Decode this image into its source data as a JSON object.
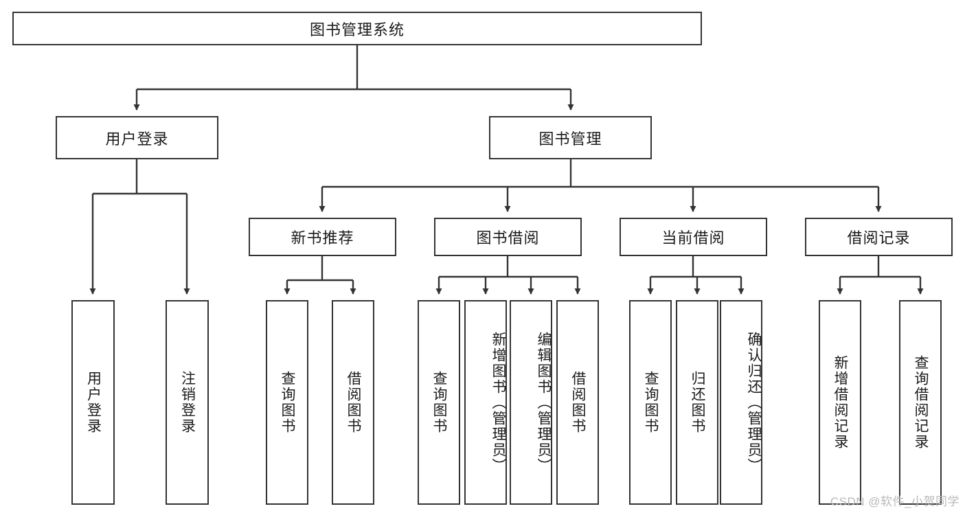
{
  "diagram": {
    "type": "tree-hierarchy-chart",
    "title": "图书管理系统",
    "watermark": "CSDN @软件_小贺同学",
    "colors": {
      "box_border": "#333333",
      "box_fill": "#ffffff",
      "connector": "#333333",
      "text": "#1a1a1a",
      "watermark": "#b9b9b9",
      "background": "#ffffff"
    },
    "root": {
      "label": "图书管理系统"
    },
    "level2": [
      {
        "label": "用户登录"
      },
      {
        "label": "图书管理"
      }
    ],
    "level3": [
      {
        "label": "新书推荐"
      },
      {
        "label": "图书借阅"
      },
      {
        "label": "当前借阅"
      },
      {
        "label": "借阅记录"
      }
    ],
    "leaves": {
      "user_login": [
        {
          "label": "用户登录"
        },
        {
          "label": "注销登录"
        }
      ],
      "new_book_recommend": [
        {
          "label": "查询图书"
        },
        {
          "label": "借阅图书"
        }
      ],
      "book_borrow": [
        {
          "label": "查询图书"
        },
        {
          "label": "新增图书（管理员）"
        },
        {
          "label": "编辑图书（管理员）"
        },
        {
          "label": "借阅图书"
        }
      ],
      "current_borrow": [
        {
          "label": "查询图书"
        },
        {
          "label": "归还图书"
        },
        {
          "label": "确认归还（管理员）"
        }
      ],
      "borrow_record": [
        {
          "label": "新增借阅记录"
        },
        {
          "label": "查询借阅记录"
        }
      ]
    }
  }
}
